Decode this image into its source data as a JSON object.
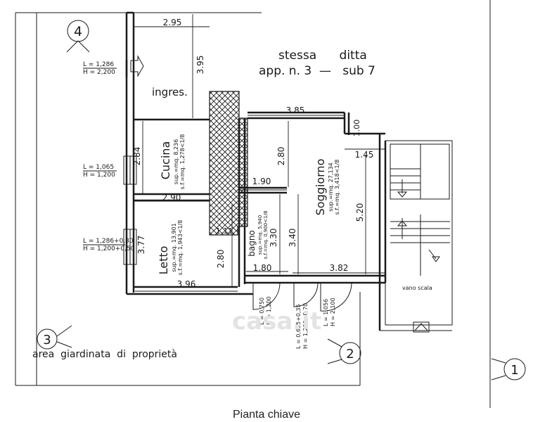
{
  "header": {
    "line1": "stessa      ditta",
    "line2": "app. n. 3  —   sub 7"
  },
  "markers": {
    "m1": "1",
    "m2": "2",
    "m3": "3",
    "m4": "4"
  },
  "rooms": {
    "ingresso": "ingres.",
    "cucina": "Cucina",
    "cucina_area": "sup.=mq. 8,236",
    "cucina_light": "s.f.=mq. 1,278<1/8",
    "letto": "Letto",
    "letto_area": "sup.=mq. 13,901",
    "letto_light": "s.f.=mq. 1,943<1/8",
    "bagno": "bagno",
    "bagno_area": "sup.=mq. 5,940",
    "bagno_light": "s.f.=mq. 0,900<1/8",
    "soggiorno": "Soggiorno",
    "soggiorno_area": "sup.=mq. 27,134",
    "soggiorno_light": "s.f.=mq. 3,418<1/8",
    "stair": "vano scala"
  },
  "dimensions": {
    "d_295": "2.95",
    "d_395": "3.95",
    "d_284": "2.84",
    "d_290": "2.90",
    "d_377": "3.77",
    "d_280a": "2.80",
    "d_396": "3.96",
    "d_111": "1.11",
    "d_385": "3.85",
    "d_280b": "2.80",
    "d_190": "1.90",
    "d_330": "3.30",
    "d_340": "3.40",
    "d_180": "1.80",
    "d_382": "3.82",
    "d_520": "5.20",
    "d_145": "1.45",
    "d_100": "1.00"
  },
  "openings": {
    "ingresso_l": "L = 1,286",
    "ingresso_h": "H = 2,200",
    "cucina_l": "L = 1,065",
    "cucina_h": "H = 1,200",
    "letto_l": "L = 1,286+0,80",
    "letto_h": "H = 1,200+0,50",
    "bagno_l": "L = 0,750",
    "bagno_h": "H = 1,200",
    "sogg1_l": "L = 0,655+0,35",
    "sogg1_h": "H = 1,200+0,70",
    "sogg2_l": "L = 1,056",
    "sogg2_h": "H = 2,100"
  },
  "garden": "area  giardinata  di  proprietà",
  "watermark": "casa.it",
  "caption": "Pianta chiave"
}
